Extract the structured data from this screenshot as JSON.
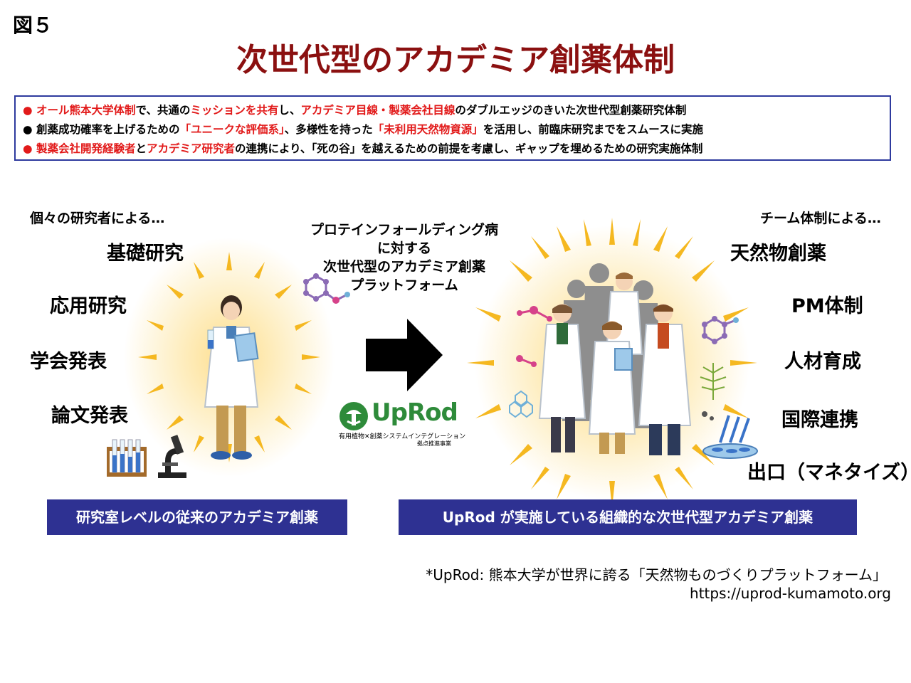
{
  "figure_label": "図５",
  "title": "次世代型のアカデミア創薬体制",
  "summary": {
    "line1": [
      {
        "text": "●",
        "color": "red"
      },
      {
        "text": "オール熊本大学体制",
        "color": "red"
      },
      {
        "text": "で、共通の",
        "color": "black"
      },
      {
        "text": "ミッションを共有",
        "color": "red"
      },
      {
        "text": "し、",
        "color": "black"
      },
      {
        "text": "アカデミア目線・製薬会社目線",
        "color": "red"
      },
      {
        "text": "のダブルエッジのきいた次世代型創薬研究体制",
        "color": "black"
      }
    ],
    "line2": [
      {
        "text": "●",
        "color": "black"
      },
      {
        "text": "創薬成功確率を上げるための",
        "color": "black"
      },
      {
        "text": "「ユニークな評価系」",
        "color": "red"
      },
      {
        "text": "、多様性を持った",
        "color": "black"
      },
      {
        "text": "「未利用天然物資源」",
        "color": "red"
      },
      {
        "text": "を活用し、前臨床研究までをスムースに実施",
        "color": "black"
      }
    ],
    "line3": [
      {
        "text": "●",
        "color": "red"
      },
      {
        "text": "製薬会社開発経験者",
        "color": "red"
      },
      {
        "text": "と",
        "color": "black"
      },
      {
        "text": "アカデミア研究者",
        "color": "red"
      },
      {
        "text": "の連携により、「死の谷」を越えるための前提を考慮し、ギャップを埋めるための研究実施体制",
        "color": "black"
      }
    ]
  },
  "left": {
    "heading": "個々の研究者による…",
    "items": [
      "基礎研究",
      "応用研究",
      "学会発表",
      "論文発表"
    ],
    "banner": "研究室レベルの従来のアカデミア創薬"
  },
  "center": {
    "lines": [
      "プロテインフォールディング病",
      "に対する",
      "次世代型のアカデミア創薬",
      "プラットフォーム"
    ],
    "logo_name": "UpRod",
    "logo_sub1": "有用植物✕創薬システムインテグレーション",
    "logo_sub2": "拠点推進事業"
  },
  "right": {
    "heading": "チーム体制による…",
    "items": [
      "天然物創薬",
      "PM体制",
      "人材育成",
      "国際連携",
      "出口（マネタイズ）"
    ],
    "banner": "UpRod が実施している組織的な次世代型アカデミア創薬"
  },
  "footnote": {
    "line1": "*UpRod: 熊本大学が世界に誇る「天然物ものづくりプラットフォーム」",
    "line2": "https://uprod-kumamoto.org"
  },
  "colors": {
    "title": "#8b1010",
    "accent_red": "#e21a1a",
    "banner": "#2e3192",
    "box_border": "#2e3a9e",
    "glow": "#f9c84a",
    "logo_green": "#2e8b3a",
    "molecule_purple": "#8b6bb5",
    "molecule_pink": "#d6428a"
  }
}
